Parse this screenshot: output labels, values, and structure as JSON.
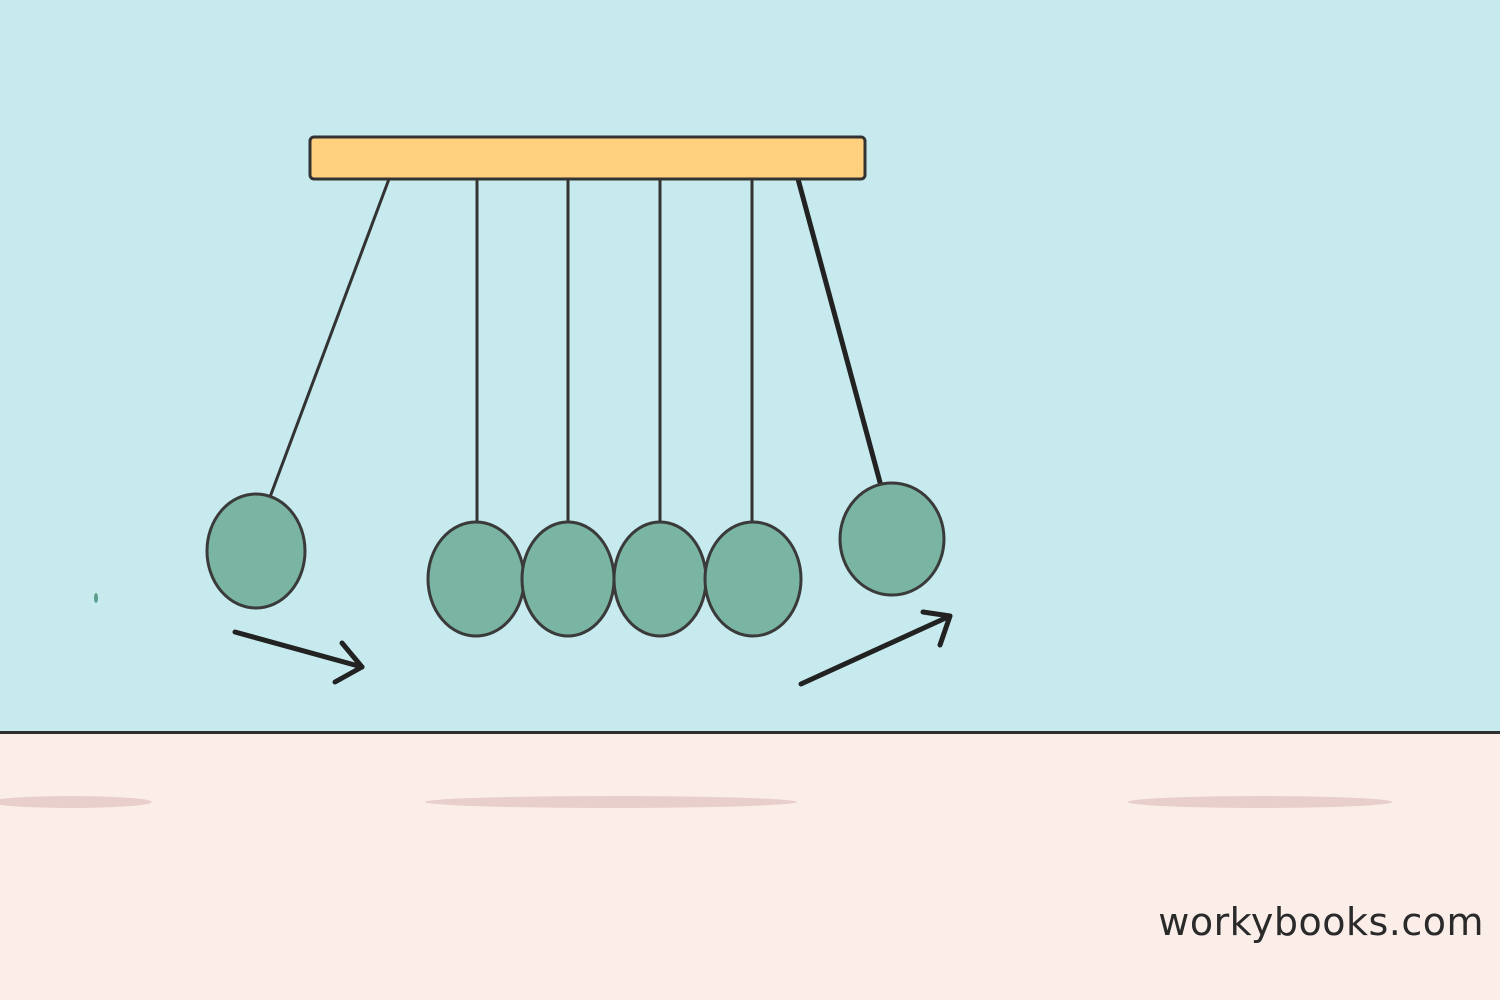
{
  "illustration": {
    "subject": "newtons-cradle",
    "ball_count": 6,
    "colors": {
      "wall": "#c6eaee",
      "floor": "#fbeee9",
      "bar": "#ffd17f",
      "ball": "#7ab5a3",
      "outline": "#3a3a3a",
      "arrow": "#222222"
    }
  },
  "watermark": {
    "text": "workybooks.com"
  }
}
